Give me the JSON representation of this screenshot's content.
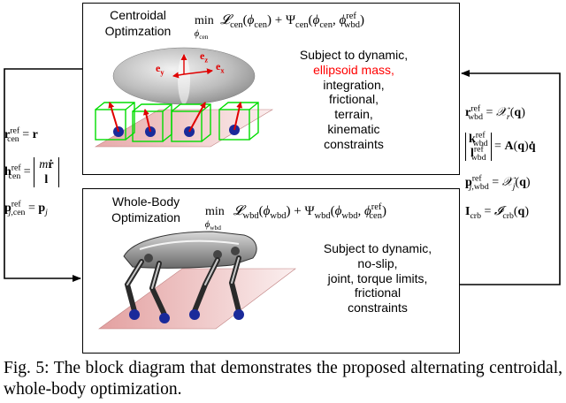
{
  "centroidal": {
    "title_line1": "Centroidal",
    "title_line2": "Optimzation",
    "objective": "min 𝓛cen(ϕcen) + Ψcen(ϕcen, ϕrefwbd)",
    "constraints": [
      {
        "text": "Subject to dynamic,",
        "highlight": false
      },
      {
        "text": "ellipsoid mass,",
        "highlight": true
      },
      {
        "text": "integration,",
        "highlight": false
      },
      {
        "text": "frictional,",
        "highlight": false
      },
      {
        "text": "terrain,",
        "highlight": false
      },
      {
        "text": "kinematic",
        "highlight": false
      },
      {
        "text": "constraints",
        "highlight": false
      }
    ],
    "axis_labels": [
      "ez",
      "ey",
      "ex"
    ]
  },
  "wholebody": {
    "title_line1": "Whole-Body",
    "title_line2": "Optimization",
    "objective": "min 𝓛wbd(ϕwbd) + Ψwbd(ϕwbd, ϕrefcen)",
    "constraints": [
      "Subject to dynamic,",
      "no-slip,",
      "joint, torque limits,",
      "frictional",
      "constraints"
    ]
  },
  "left_equations": [
    "r_cen^ref = r",
    "h_cen^ref = [m ṙ ; l]",
    "p_j,cen^ref = p_j"
  ],
  "right_equations": [
    "r_wbd^ref = 𝒳r(q)",
    "[k_wbd^ref ; l_wbd^ref] = A(q) q̇",
    "p_j,wbd^ref = 𝒳j(q)",
    "I_crb = 𝓘crb(q)"
  ],
  "caption": "Fig. 5: The block diagram that demonstrates the proposed alternating centroidal, whole-body optimization.",
  "colors": {
    "constraint_highlight": "#ff0000",
    "foot_box": "#00dd00",
    "force_arrow": "#e00000",
    "foot": "#1a2a9a"
  }
}
